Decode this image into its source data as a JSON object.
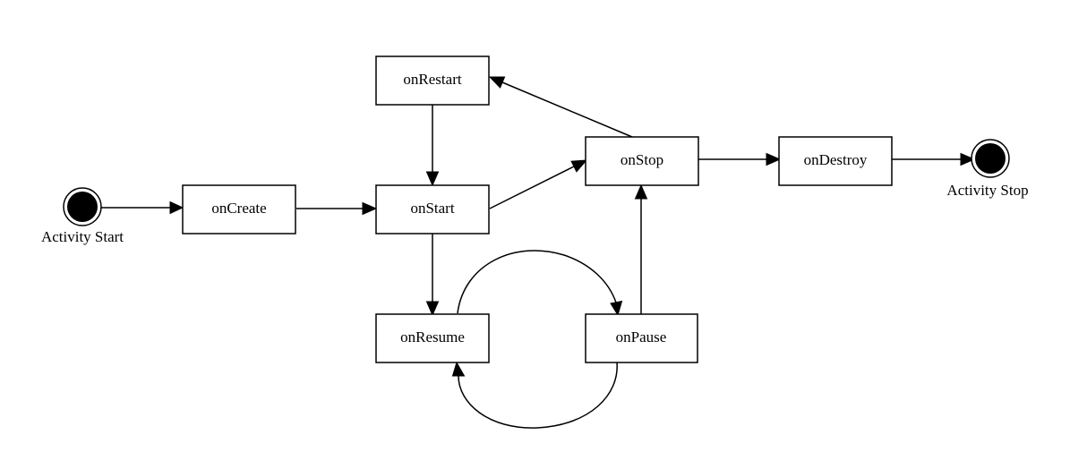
{
  "diagram": {
    "start": {
      "label": "Activity Start"
    },
    "stop": {
      "label": "Activity Stop"
    },
    "nodes": {
      "onCreate": "onCreate",
      "onStart": "onStart",
      "onRestart": "onRestart",
      "onResume": "onResume",
      "onPause": "onPause",
      "onStop": "onStop",
      "onDestroy": "onDestroy"
    },
    "edges": [
      {
        "from": "Activity Start",
        "to": "onCreate"
      },
      {
        "from": "onCreate",
        "to": "onStart"
      },
      {
        "from": "onRestart",
        "to": "onStart"
      },
      {
        "from": "onStart",
        "to": "onStop"
      },
      {
        "from": "onStart",
        "to": "onResume"
      },
      {
        "from": "onResume",
        "to": "onPause"
      },
      {
        "from": "onPause",
        "to": "onResume"
      },
      {
        "from": "onPause",
        "to": "onStop"
      },
      {
        "from": "onStop",
        "to": "onRestart"
      },
      {
        "from": "onStop",
        "to": "onDestroy"
      },
      {
        "from": "onDestroy",
        "to": "Activity Stop"
      }
    ]
  }
}
